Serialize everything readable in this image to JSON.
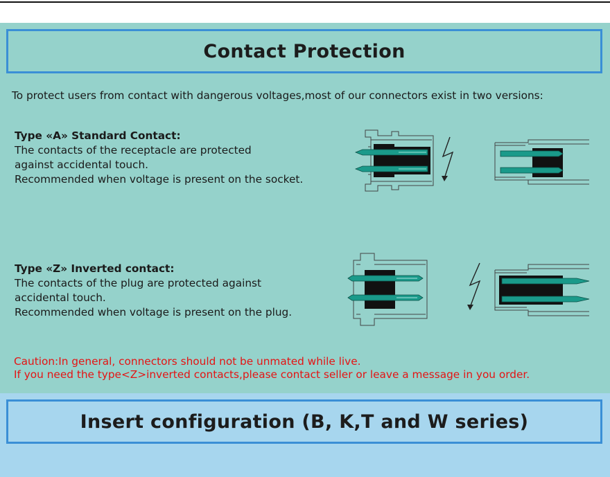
{
  "section1": {
    "title": "Contact Protection",
    "intro": "To protect users from contact with dangerous voltages,most of our connectors exist in two versions:",
    "type_a": {
      "heading": "Type «A» Standard Contact:",
      "line1": "The contacts of the receptacle are protected",
      "line2": "against accidental touch.",
      "line3": "Recommended when voltage is present on the socket."
    },
    "type_z": {
      "heading": "Type «Z» Inverted contact:",
      "line1": "The contacts of the plug are protected against",
      "line2": "accidental touch.",
      "line3": "Recommended when voltage is present on the plug."
    },
    "caution": {
      "line1": "Caution:In general, connectors should not be unmated while live.",
      "line2": "If you need the type<Z>inverted contacts,please contact seller or leave a message in you order."
    }
  },
  "section2": {
    "title": "Insert configuration (B, K,T and W series)"
  },
  "colors": {
    "teal_background": "#95d2cb",
    "blue_background": "#a7d6ee",
    "box_border": "#3a8fd6",
    "caution_red": "#e41414",
    "contact_green": "#1a9a8a"
  }
}
